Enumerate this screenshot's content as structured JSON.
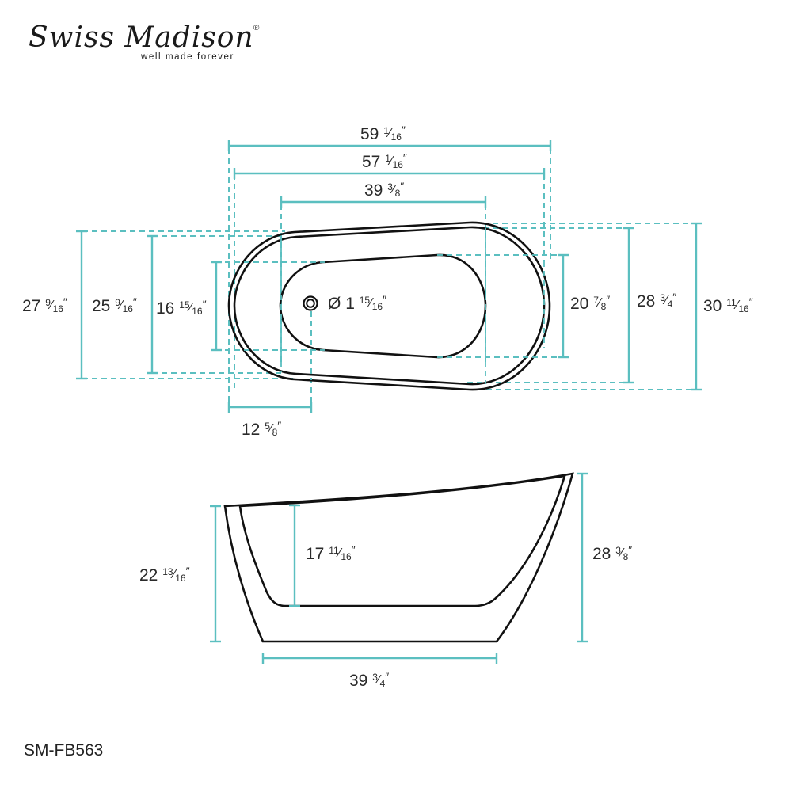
{
  "brand": {
    "name": "Swiss Madison",
    "registered_mark": "®",
    "tagline": "well made forever"
  },
  "model_number": "SM-FB563",
  "colors": {
    "dimension_line": "#5bbfc0",
    "outline": "#111111",
    "fill": "#e6e6e6"
  },
  "top_view": {
    "width_dimensions": [
      {
        "id": "overall_length",
        "whole": "59",
        "frac_num": "1",
        "frac_den": "16"
      },
      {
        "id": "rim_length",
        "whole": "57",
        "frac_num": "1",
        "frac_den": "16"
      },
      {
        "id": "basin_length",
        "whole": "39",
        "frac_num": "3",
        "frac_den": "8"
      }
    ],
    "left_height_dimensions": [
      {
        "id": "left_outer_width",
        "whole": "27",
        "frac_num": "9",
        "frac_den": "16"
      },
      {
        "id": "left_rim_width",
        "whole": "25",
        "frac_num": "9",
        "frac_den": "16"
      },
      {
        "id": "left_basin_width",
        "whole": "16",
        "frac_num": "15",
        "frac_den": "16"
      }
    ],
    "right_height_dimensions": [
      {
        "id": "right_basin_width",
        "whole": "20",
        "frac_num": "7",
        "frac_den": "8"
      },
      {
        "id": "right_rim_width",
        "whole": "28",
        "frac_num": "3",
        "frac_den": "4"
      },
      {
        "id": "right_outer_width",
        "whole": "30",
        "frac_num": "11",
        "frac_den": "16"
      }
    ],
    "drain": {
      "prefix": "Ø",
      "whole": "1",
      "frac_num": "15",
      "frac_den": "16"
    },
    "drain_offset": {
      "whole": "12",
      "frac_num": "5",
      "frac_den": "8"
    }
  },
  "side_view": {
    "left_height": {
      "whole": "22",
      "frac_num": "13",
      "frac_den": "16"
    },
    "interior_depth": {
      "whole": "17",
      "frac_num": "11",
      "frac_den": "16"
    },
    "right_height": {
      "whole": "28",
      "frac_num": "3",
      "frac_den": "8"
    },
    "base_length": {
      "whole": "39",
      "frac_num": "3",
      "frac_den": "4"
    }
  },
  "inch_mark": "″",
  "frac_slash": "⁄"
}
